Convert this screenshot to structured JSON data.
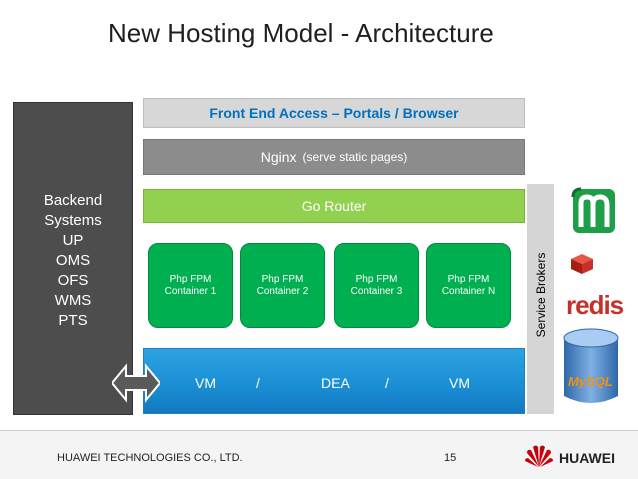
{
  "title": "New Hosting Model - Architecture",
  "backend": {
    "lines": [
      "Backend",
      "Systems",
      "UP",
      "OMS",
      "OFS",
      "WMS",
      "PTS"
    ]
  },
  "frontend_label": "Front End Access – Portals / Browser",
  "nginx": {
    "label": "Nginx",
    "note": "(serve static pages)"
  },
  "go_router_label": "Go Router",
  "containers": [
    {
      "line1": "Php FPM",
      "line2": "Container 1"
    },
    {
      "line1": "Php  FPM",
      "line2": "Container 2"
    },
    {
      "line1": "Php FPM",
      "line2": "Container 3"
    },
    {
      "line1": "Php FPM",
      "line2": "Container N"
    }
  ],
  "vm_bar": {
    "part1": "VM",
    "sep1": "/",
    "part2": "DEA",
    "sep2": "/",
    "part3": "VM"
  },
  "service_brokers_label": "Service Brokers",
  "logos": {
    "redis": "redis",
    "mysql": "MySQL"
  },
  "footer": {
    "company": "HUAWEI TECHNOLOGIES CO., LTD.",
    "page": "15",
    "brand": "HUAWEI"
  },
  "colors": {
    "green_dark": "#00b050",
    "green_light": "#92d050",
    "blue": "#1b8fd5",
    "huawei_red": "#c7000b",
    "redis_red": "#c6302b"
  }
}
